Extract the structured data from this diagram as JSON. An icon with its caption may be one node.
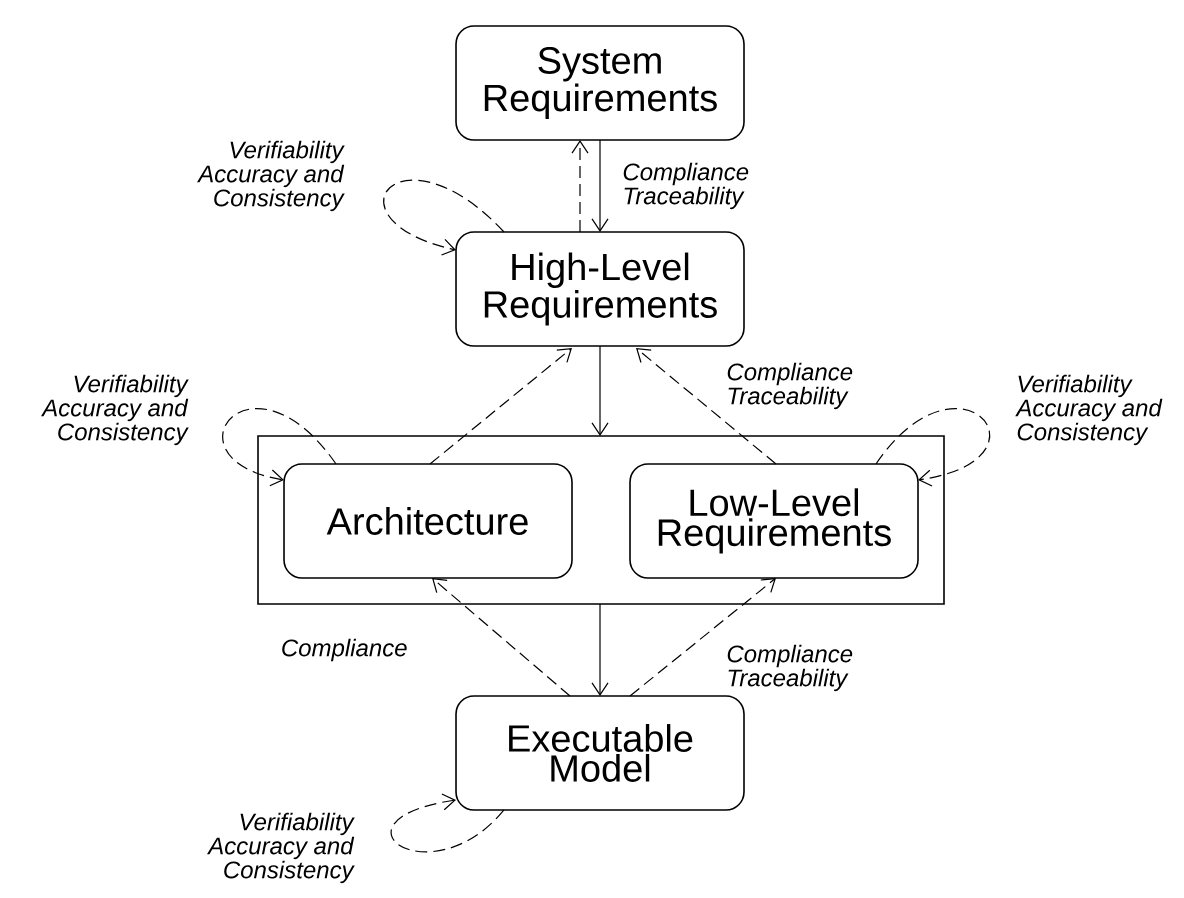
{
  "diagram": {
    "nodes": [
      {
        "text": [
          "System Requirements"
        ]
      },
      {
        "text": [
          "High-Level Requirements"
        ]
      },
      {
        "text": [],
        "shape": "box"
      },
      {
        "text": [
          "Architecture"
        ],
        "in": 2
      },
      {
        "text": [
          "Low-Level Requirements"
        ],
        "in": 2
      },
      {
        "text": [
          "Executable Model"
        ]
      }
    ],
    "edges": [
      {
        "from": 0,
        "to": 1,
        "arrow": "to",
        "label": "Compliance Traceability"
      },
      {
        "from": 1,
        "to": 0,
        "arrow": "to",
        "style": "dashed"
      },
      {
        "from": 1,
        "to": 1,
        "arrow": "to",
        "style": "dashed",
        "label": "Verifiability Accuracy and Consistency"
      },
      {
        "from": 1,
        "to": 2,
        "arrow": "to"
      },
      {
        "from": 3,
        "to": 1,
        "arrow": "to",
        "style": "dashed"
      },
      {
        "from": 4,
        "to": 1,
        "arrow": "to",
        "style": "dashed",
        "label": "Compliance Traceability"
      },
      {
        "from": 3,
        "to": 3,
        "arrow": "to",
        "style": "dashed",
        "label": "Verifiability Accuracy and Consistency"
      },
      {
        "from": 4,
        "to": 4,
        "arrow": "to",
        "style": "dashed",
        "label": "Verifiability Accuracy and Consistency"
      },
      {
        "from": 2,
        "to": 5,
        "arrow": "to"
      },
      {
        "from": 5,
        "to": 3,
        "arrow": "to",
        "style": "dashed",
        "label": "Compliance"
      },
      {
        "from": 5,
        "to": 4,
        "arrow": "to",
        "style": "dashed",
        "label": "Compliance Traceability"
      },
      {
        "from": 5,
        "to": 5,
        "arrow": "to",
        "style": "dashed",
        "label": "Verifiability Accuracy and Consistency"
      }
    ]
  }
}
